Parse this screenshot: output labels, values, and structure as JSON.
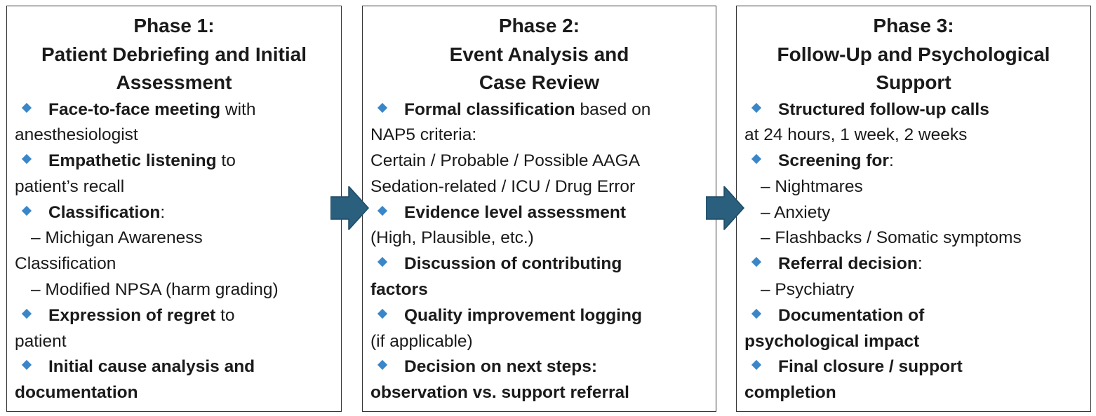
{
  "panels": [
    {
      "title": [
        "Phase 1:",
        "Patient Debriefing and Initial",
        "Assessment"
      ],
      "lines": [
        {
          "bullet": true,
          "bold": "Face-to-face meeting",
          "text": " with"
        },
        {
          "text": "anesthesiologist"
        },
        {
          "bullet": true,
          "bold": "Empathetic listening",
          "text": " to"
        },
        {
          "text": "patient’s recall"
        },
        {
          "bullet": true,
          "bold": "Classification",
          "text": ":"
        },
        {
          "indent": true,
          "text": "– Michigan Awareness"
        },
        {
          "text": "Classification"
        },
        {
          "indent": true,
          "text": "– Modified NPSA (harm grading)"
        },
        {
          "bullet": true,
          "bold": "Expression of regret",
          "text": " to"
        },
        {
          "text": "patient"
        },
        {
          "bullet": true,
          "bold": "Initial cause analysis and"
        },
        {
          "bold": "documentation"
        }
      ]
    },
    {
      "title": [
        "Phase 2:",
        "Event Analysis and",
        "Case Review"
      ],
      "lines": [
        {
          "bullet": true,
          "bold": "Formal classification",
          "text": " based on"
        },
        {
          "text": "NAP5 criteria:"
        },
        {
          "text": "Certain / Probable / Possible AAGA"
        },
        {
          "text": "Sedation-related / ICU / Drug Error"
        },
        {
          "bullet": true,
          "bold": "Evidence level assessment"
        },
        {
          "text": "(High, Plausible, etc.)"
        },
        {
          "bullet": true,
          "bold": "Discussion of contributing"
        },
        {
          "bold": "factors"
        },
        {
          "bullet": true,
          "bold": "Quality improvement logging"
        },
        {
          "text": "(if applicable)"
        },
        {
          "bullet": true,
          "bold": "Decision on next steps:"
        },
        {
          "bold": "observation vs. support referral"
        }
      ]
    },
    {
      "title": [
        "Phase 3:",
        "Follow-Up and Psychological",
        "Support"
      ],
      "lines": [
        {
          "bullet": true,
          "bold": "Structured follow-up calls"
        },
        {
          "text": "at 24 hours, 1 week, 2 weeks"
        },
        {
          "bullet": true,
          "bold": "Screening for",
          "text": ":"
        },
        {
          "indent": true,
          "text": "– Nightmares"
        },
        {
          "indent": true,
          "text": "– Anxiety"
        },
        {
          "indent": true,
          "text": "– Flashbacks / Somatic symptoms"
        },
        {
          "bullet": true,
          "bold": "Referral decision",
          "text": ":"
        },
        {
          "indent": true,
          "text": "– Psychiatry"
        },
        {
          "bullet": true,
          "bold": "Documentation of"
        },
        {
          "bold": "psychological impact"
        },
        {
          "bullet": true,
          "bold": "Final closure / support"
        },
        {
          "bold": "completion"
        }
      ]
    }
  ],
  "colors": {
    "bullet": "#3a86c8",
    "arrow": "#2a5f7e",
    "border": "#333333"
  },
  "icons": {
    "bullet": "diamond-bullet-icon",
    "connector": "right-arrow-icon"
  }
}
